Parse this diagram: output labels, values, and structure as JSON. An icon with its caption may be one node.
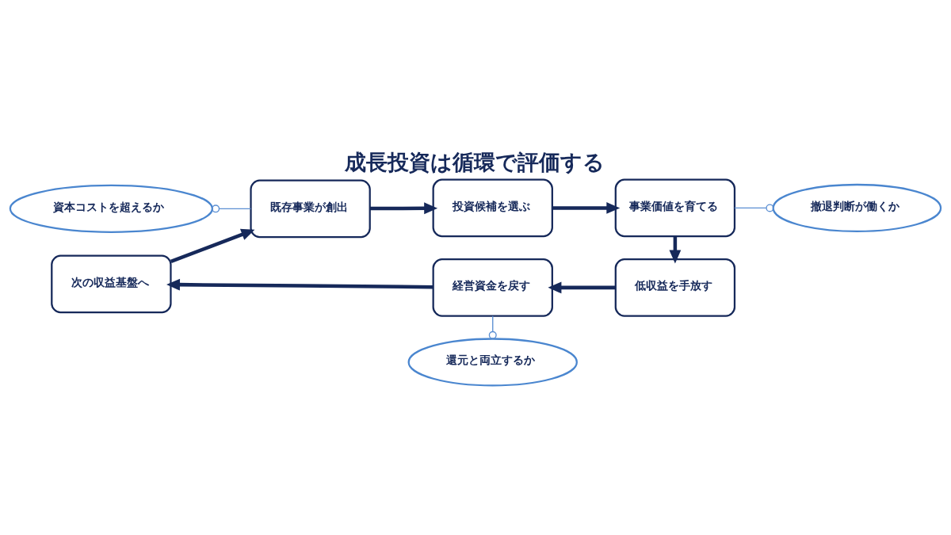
{
  "diagram": {
    "title": "成長投資は循環で評価する",
    "nodes": [
      {
        "text": [
          "資本コストを超えるか"
        ]
      },
      {
        "text": [
          "既存事業が創出"
        ]
      },
      {
        "text": [
          "投資候補を選ぶ"
        ]
      },
      {
        "text": [
          "事業価値を育てる"
        ]
      },
      {
        "text": [
          "撤退判断が働くか"
        ]
      },
      {
        "text": [
          "低収益を手放す"
        ]
      },
      {
        "text": [
          "経営資金を戻す"
        ]
      },
      {
        "text": [
          "還元と両立するか"
        ]
      },
      {
        "text": [
          "次の収益基盤へ"
        ]
      }
    ],
    "edges": [
      {
        "from": 1,
        "to": 2,
        "arrow": "to"
      },
      {
        "from": 2,
        "to": 3,
        "arrow": "to"
      },
      {
        "from": 3,
        "to": 5,
        "arrow": "to"
      },
      {
        "from": 5,
        "to": 6,
        "arrow": "to"
      },
      {
        "from": 6,
        "to": 8,
        "arrow": "to"
      },
      {
        "from": 8,
        "to": 1,
        "arrow": "to"
      },
      {
        "from": 1,
        "to": 0,
        "arrow": "other",
        "color": "#5b8fd3"
      },
      {
        "from": 3,
        "to": 4,
        "arrow": "other",
        "color": "#5b8fd3"
      },
      {
        "from": 6,
        "to": 7,
        "arrow": "other",
        "color": "#5b8fd3"
      }
    ]
  }
}
